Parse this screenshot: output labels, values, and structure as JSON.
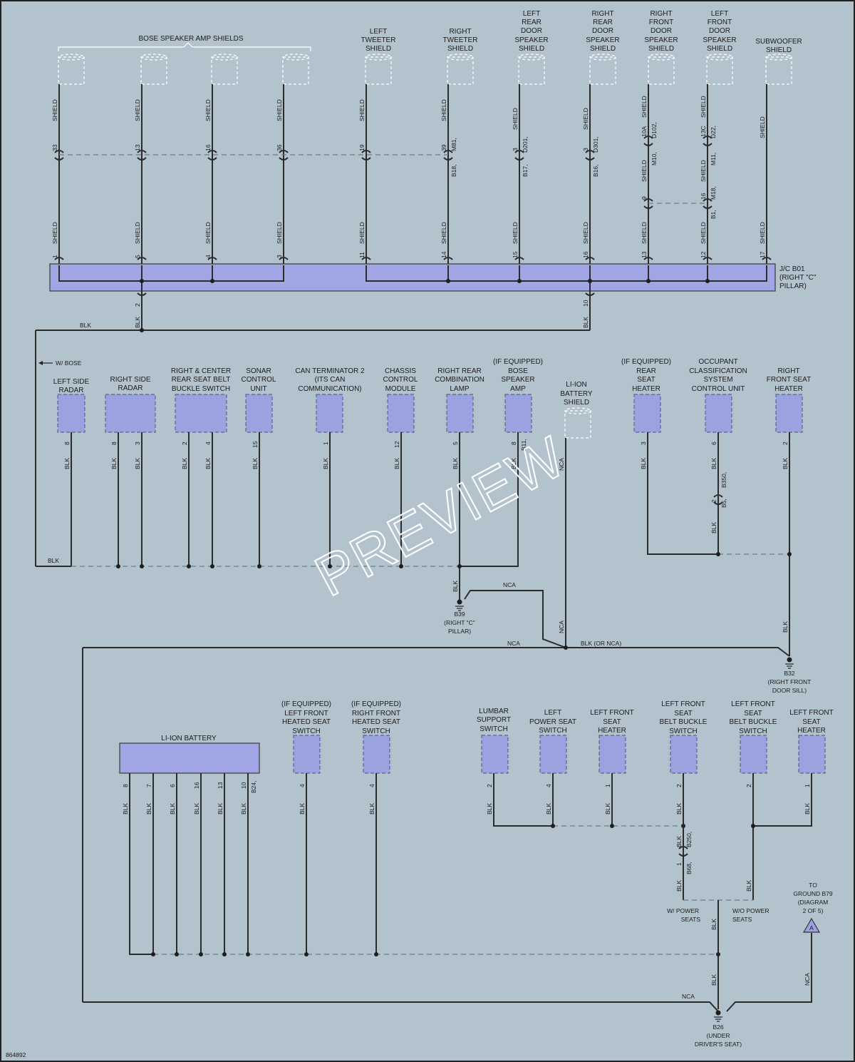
{
  "texts": {
    "bose_shields": "BOSE SPEAKER AMP SHIELDS",
    "left_tweeter": [
      "LEFT",
      "TWEETER",
      "SHIELD"
    ],
    "right_tweeter": [
      "RIGHT",
      "TWEETER",
      "SHIELD"
    ],
    "left_rear_door": [
      "LEFT",
      "REAR",
      "DOOR",
      "SPEAKER",
      "SHIELD"
    ],
    "right_rear_door": [
      "RIGHT",
      "REAR",
      "DOOR",
      "SPEAKER",
      "SHIELD"
    ],
    "right_front_door": [
      "RIGHT",
      "FRONT",
      "DOOR",
      "SPEAKER",
      "SHIELD"
    ],
    "left_front_door": [
      "LEFT",
      "FRONT",
      "DOOR",
      "SPEAKER",
      "SHIELD"
    ],
    "subwoofer": [
      "SUBWOOFER",
      "SHIELD"
    ],
    "jc": [
      "J/C B01",
      "(RIGHT \"C\"",
      "PILLAR)"
    ],
    "w_bose": "W/ BOSE",
    "left_side_radar": [
      "LEFT SIDE",
      "RADAR"
    ],
    "right_side_radar": [
      "RIGHT SIDE",
      "RADAR"
    ],
    "buckle": [
      "RIGHT & CENTER",
      "REAR SEAT BELT",
      "BUCKLE SWITCH"
    ],
    "sonar": [
      "SONAR",
      "CONTROL",
      "UNIT"
    ],
    "can": [
      "CAN TERMINATOR 2",
      "(ITS CAN",
      "COMMUNICATION)"
    ],
    "chassis": [
      "CHASSIS",
      "CONTROL",
      "MODULE"
    ],
    "combo": [
      "RIGHT REAR",
      "COMBINATION",
      "LAMP"
    ],
    "bose_amp": [
      "(IF EQUIPPED)",
      "BOSE",
      "SPEAKER",
      "AMP"
    ],
    "liion_shield": [
      "LI-ION",
      "BATTERY",
      "SHIELD"
    ],
    "rear_heater": [
      "(IF EQUIPPED)",
      "REAR",
      "SEAT",
      "HEATER"
    ],
    "occupant": [
      "OCCUPANT",
      "CLASSIFICATION",
      "SYSTEM",
      "CONTROL UNIT"
    ],
    "rf_heater": [
      "RIGHT",
      "FRONT SEAT",
      "HEATER"
    ],
    "b39": [
      "B39",
      "(RIGHT \"C\"",
      "PILLAR)"
    ],
    "b32": [
      "B32",
      "(RIGHT FRONT",
      "DOOR SILL)"
    ],
    "liion_battery": "LI-ION BATTERY",
    "lf_heated_switch": [
      "(IF EQUIPPED)",
      "LEFT FRONT",
      "HEATED SEAT",
      "SWITCH"
    ],
    "rf_heated_switch": [
      "(IF EQUIPPED)",
      "RIGHT FRONT",
      "HEATED SEAT",
      "SWITCH"
    ],
    "lumbar": [
      "LUMBAR",
      "SUPPORT",
      "SWITCH"
    ],
    "lpower": [
      "LEFT",
      "POWER SEAT",
      "SWITCH"
    ],
    "lf_heater_a": [
      "LEFT FRONT",
      "SEAT",
      "HEATER"
    ],
    "lf_buckle_a": [
      "LEFT FRONT",
      "SEAT",
      "BELT BUCKLE",
      "SWITCH"
    ],
    "lf_buckle_b": [
      "LEFT FRONT",
      "SEAT",
      "BELT BUCKLE",
      "SWITCH"
    ],
    "lf_heater_b": [
      "LEFT FRONT",
      "SEAT",
      "HEATER"
    ],
    "w_power": [
      "W/ POWER",
      "SEATS"
    ],
    "wo_power": [
      "W/O POWER",
      "SEATS"
    ],
    "to_ground": [
      "TO",
      "GROUND B79",
      "(DIAGRAM",
      "2 OF 5)"
    ],
    "ground_a": "A",
    "b26": [
      "B26",
      "(UNDER",
      "DRIVER'S SEAT)"
    ],
    "diagram_id": "864892",
    "watermark": "PREVIEW"
  },
  "wires": {
    "shield": "SHIELD",
    "blk": "BLK",
    "nca": "NCA",
    "blk_or_nca": "BLK  (OR NCA)",
    "top_pins": [
      "33",
      "13",
      "16",
      "36",
      "19",
      "39",
      "3",
      "3",
      "10A",
      "13C",
      "M81,",
      "D201,",
      "D301,",
      "D102,",
      "D22,",
      "B18,",
      "B17,",
      "B16,",
      "M10,",
      "M11,",
      "9",
      "16",
      "M18,",
      "B1,",
      "1",
      "5",
      "4",
      "3",
      "11",
      "14",
      "15",
      "16",
      "13",
      "12",
      "17",
      "2",
      "10"
    ],
    "mid_pins": [
      "8",
      "8",
      "3",
      "2",
      "4",
      "15",
      "1",
      "12",
      "5",
      "8",
      "B11,",
      "3",
      "6",
      "B350,",
      "2",
      "B5,",
      "2"
    ],
    "bottom_pins": [
      "8",
      "7",
      "6",
      "16",
      "13",
      "10",
      "B24,",
      "4",
      "4",
      "2",
      "4",
      "1",
      "2",
      "B250,",
      "1",
      "B68,",
      "2",
      "1"
    ]
  }
}
